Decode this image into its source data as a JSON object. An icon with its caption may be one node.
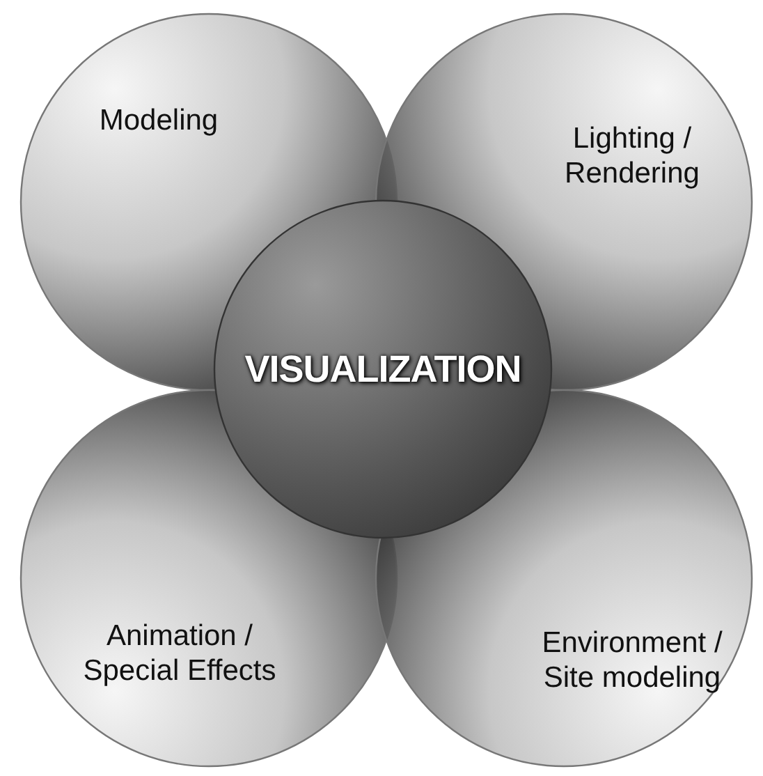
{
  "diagram": {
    "nodes": [
      {
        "text": [
          "Modeling"
        ]
      },
      {
        "text": [
          "Lighting / Rendering"
        ]
      },
      {
        "text": [
          "VISUALIZATION"
        ]
      },
      {
        "text": [
          "Animation / Special Effects"
        ]
      },
      {
        "text": [
          "Environment / Site modeling"
        ]
      }
    ]
  }
}
